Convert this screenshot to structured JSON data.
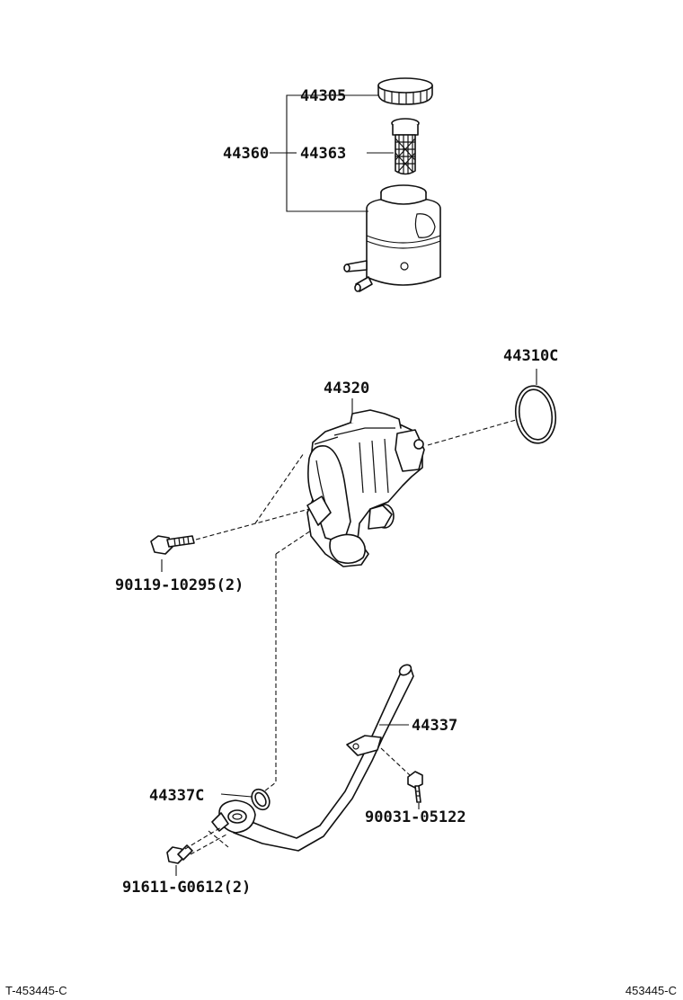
{
  "labels": {
    "p44305": "44305",
    "p44360": "44360",
    "p44363": "44363",
    "p44310c": "44310C",
    "p44320": "44320",
    "p90119": "90119-10295(2)",
    "p44337": "44337",
    "p44337c": "44337C",
    "p90031": "90031-05122",
    "p91611": "91611-G0612(2)"
  },
  "footer": {
    "left_code": "T-453445-C",
    "right_code": "453445-C"
  }
}
